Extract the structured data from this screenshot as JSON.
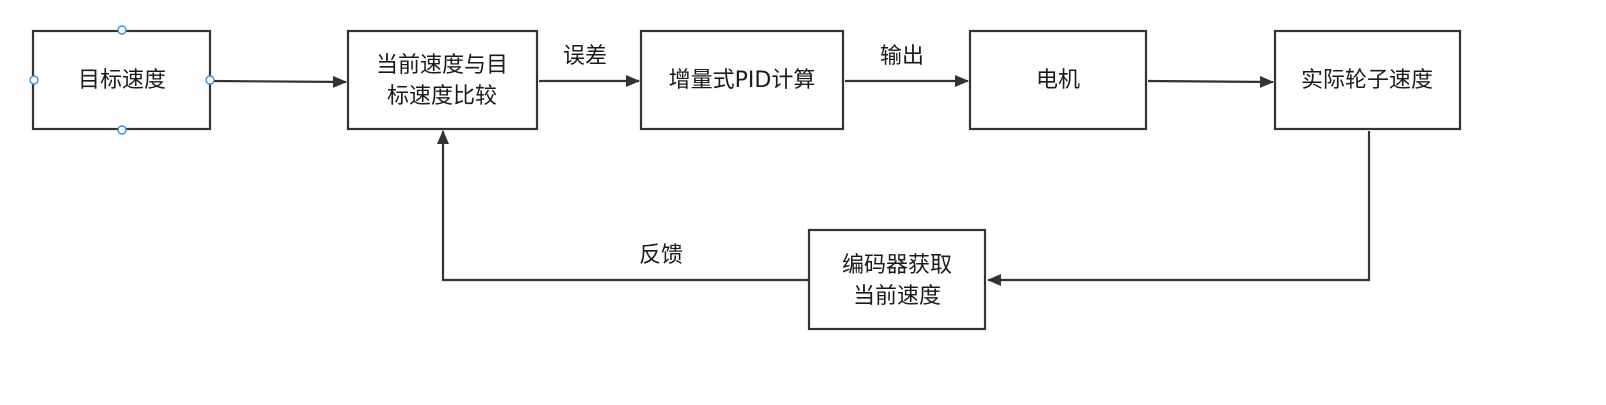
{
  "diagram": {
    "nodes": {
      "target_speed": {
        "lines": [
          "目标速度"
        ]
      },
      "compare": {
        "lines": [
          "当前速度与目",
          "标速度比较"
        ]
      },
      "pid": {
        "lines": [
          "增量式PID计算"
        ]
      },
      "motor": {
        "lines": [
          "电机"
        ]
      },
      "actual_speed": {
        "lines": [
          "实际轮子速度"
        ]
      },
      "encoder": {
        "lines": [
          "编码器获取",
          "当前速度"
        ]
      }
    },
    "edge_labels": {
      "error": "误差",
      "output": "输出",
      "feedback": "反馈"
    },
    "edges": [
      {
        "from": "target_speed",
        "to": "compare"
      },
      {
        "from": "compare",
        "to": "pid",
        "label": "error"
      },
      {
        "from": "pid",
        "to": "motor",
        "label": "output"
      },
      {
        "from": "motor",
        "to": "actual_speed"
      },
      {
        "from": "actual_speed",
        "to": "encoder"
      },
      {
        "from": "encoder",
        "to": "compare",
        "label": "feedback"
      }
    ],
    "selected_node": "target_speed"
  },
  "colors": {
    "stroke": "#333333",
    "text": "#1a1a1a",
    "selection_handle": "#3d8fd6",
    "background": "#ffffff"
  }
}
